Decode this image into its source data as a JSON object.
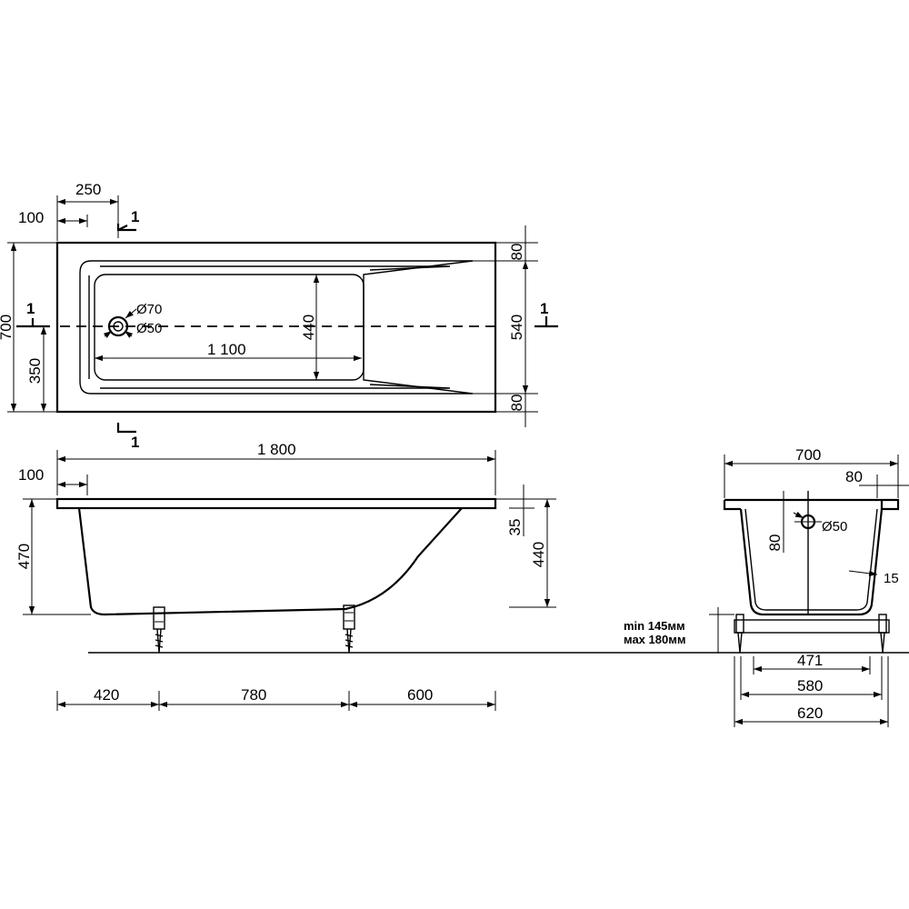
{
  "top_view": {
    "dims": {
      "offset_100": "100",
      "width_250": "250",
      "section_top": "1",
      "section_left": "1",
      "section_right": "1",
      "section_bottom": "1",
      "height_700": "700",
      "half_350": "350",
      "drain_d70": "Ø70",
      "drain_d50": "Ø50",
      "inner_1100": "1 100",
      "inner_440": "440",
      "rim_80_top": "80",
      "inner_540": "540",
      "rim_80_bottom": "80"
    }
  },
  "side_view": {
    "dims": {
      "length_1800": "1 800",
      "offset_100": "100",
      "height_470": "470",
      "rim_35": "35",
      "depth_440": "440",
      "leg_420": "420",
      "leg_780": "780",
      "leg_600": "600"
    }
  },
  "end_view": {
    "dims": {
      "width_700": "700",
      "rim_80": "80",
      "drain_80": "80",
      "drain_d50": "Ø50",
      "wall_15": "15",
      "frame_471": "471",
      "frame_580": "580",
      "frame_620": "620",
      "min_height": "min 145мм",
      "max_height": "мах 180мм"
    }
  }
}
